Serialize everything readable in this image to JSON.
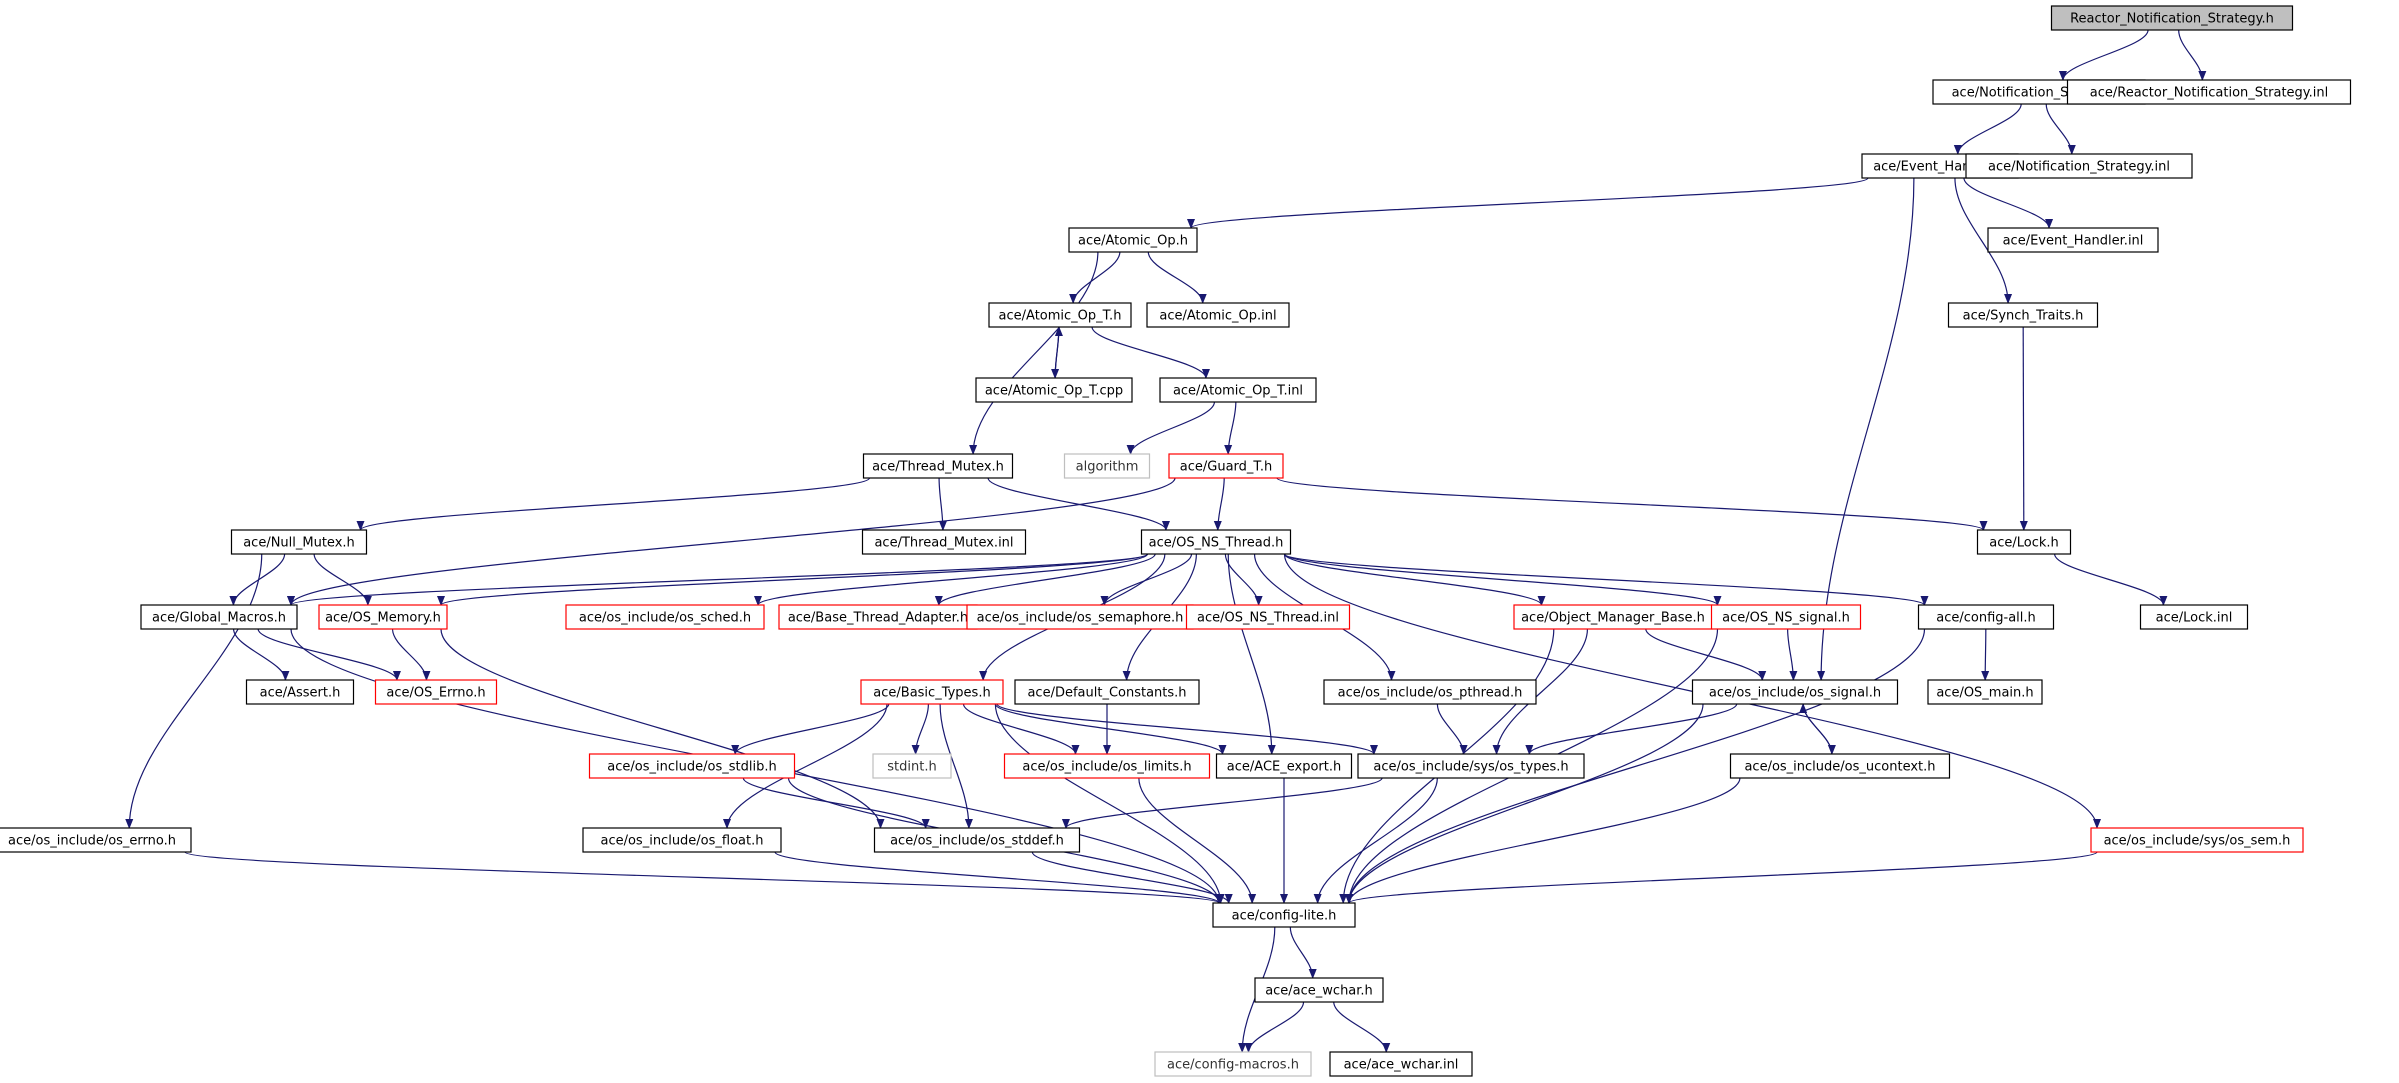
{
  "diagram": {
    "colors": {
      "edge": "#191970",
      "border_default": "#000000",
      "border_truncated": "#ff0000",
      "border_external": "#bfbfbf",
      "fill_root": "#bfbfbf",
      "fill_default": "#ffffff"
    },
    "nodes": [
      {
        "id": "root",
        "label": "Reactor_Notification_Strategy.h",
        "style": "root"
      },
      {
        "id": "ns",
        "label": "ace/Notification_Strategy.h",
        "style": "normal"
      },
      {
        "id": "rnsi",
        "label": "ace/Reactor_Notification_Strategy.inl",
        "style": "normal"
      },
      {
        "id": "eh",
        "label": "ace/Event_Handler.h",
        "style": "normal"
      },
      {
        "id": "nsi",
        "label": "ace/Notification_Strategy.inl",
        "style": "normal"
      },
      {
        "id": "aop",
        "label": "ace/Atomic_Op.h",
        "style": "normal"
      },
      {
        "id": "ehi",
        "label": "ace/Event_Handler.inl",
        "style": "normal"
      },
      {
        "id": "aopt",
        "label": "ace/Atomic_Op_T.h",
        "style": "normal"
      },
      {
        "id": "aopi",
        "label": "ace/Atomic_Op.inl",
        "style": "normal"
      },
      {
        "id": "st",
        "label": "ace/Synch_Traits.h",
        "style": "normal"
      },
      {
        "id": "aoptcpp",
        "label": "ace/Atomic_Op_T.cpp",
        "style": "normal"
      },
      {
        "id": "aopti",
        "label": "ace/Atomic_Op_T.inl",
        "style": "normal"
      },
      {
        "id": "alg",
        "label": "algorithm",
        "style": "external"
      },
      {
        "id": "tm",
        "label": "ace/Thread_Mutex.h",
        "style": "normal"
      },
      {
        "id": "gt",
        "label": "ace/Guard_T.h",
        "style": "truncated"
      },
      {
        "id": "nm",
        "label": "ace/Null_Mutex.h",
        "style": "normal"
      },
      {
        "id": "tmi",
        "label": "ace/Thread_Mutex.inl",
        "style": "normal"
      },
      {
        "id": "osnt",
        "label": "ace/OS_NS_Thread.h",
        "style": "normal"
      },
      {
        "id": "lock",
        "label": "ace/Lock.h",
        "style": "normal"
      },
      {
        "id": "gm",
        "label": "ace/Global_Macros.h",
        "style": "normal"
      },
      {
        "id": "osm",
        "label": "ace/OS_Memory.h",
        "style": "truncated"
      },
      {
        "id": "sched",
        "label": "ace/os_include/os_sched.h",
        "style": "truncated"
      },
      {
        "id": "bta",
        "label": "ace/Base_Thread_Adapter.h",
        "style": "truncated"
      },
      {
        "id": "sem",
        "label": "ace/os_include/os_semaphore.h",
        "style": "truncated"
      },
      {
        "id": "osnti",
        "label": "ace/OS_NS_Thread.inl",
        "style": "truncated"
      },
      {
        "id": "omb",
        "label": "ace/Object_Manager_Base.h",
        "style": "truncated"
      },
      {
        "id": "osns",
        "label": "ace/OS_NS_signal.h",
        "style": "truncated"
      },
      {
        "id": "ca",
        "label": "ace/config-all.h",
        "style": "normal"
      },
      {
        "id": "locki",
        "label": "ace/Lock.inl",
        "style": "normal"
      },
      {
        "id": "assert",
        "label": "ace/Assert.h",
        "style": "normal"
      },
      {
        "id": "errno",
        "label": "ace/OS_Errno.h",
        "style": "truncated"
      },
      {
        "id": "bt",
        "label": "ace/Basic_Types.h",
        "style": "truncated"
      },
      {
        "id": "dc",
        "label": "ace/Default_Constants.h",
        "style": "normal"
      },
      {
        "id": "pth",
        "label": "ace/os_include/os_pthread.h",
        "style": "normal"
      },
      {
        "id": "sig",
        "label": "ace/os_include/os_signal.h",
        "style": "normal"
      },
      {
        "id": "osmain",
        "label": "ace/OS_main.h",
        "style": "normal"
      },
      {
        "id": "stdlib",
        "label": "ace/os_include/os_stdlib.h",
        "style": "truncated"
      },
      {
        "id": "stdint",
        "label": "stdint.h",
        "style": "external"
      },
      {
        "id": "limits",
        "label": "ace/os_include/os_limits.h",
        "style": "truncated"
      },
      {
        "id": "ae",
        "label": "ace/ACE_export.h",
        "style": "normal"
      },
      {
        "id": "types",
        "label": "ace/os_include/sys/os_types.h",
        "style": "normal"
      },
      {
        "id": "uctx",
        "label": "ace/os_include/os_ucontext.h",
        "style": "normal"
      },
      {
        "id": "oerrno",
        "label": "ace/os_include/os_errno.h",
        "style": "normal"
      },
      {
        "id": "float",
        "label": "ace/os_include/os_float.h",
        "style": "normal"
      },
      {
        "id": "stddef",
        "label": "ace/os_include/os_stddef.h",
        "style": "normal"
      },
      {
        "id": "ossem",
        "label": "ace/os_include/sys/os_sem.h",
        "style": "truncated"
      },
      {
        "id": "cl",
        "label": "ace/config-lite.h",
        "style": "normal"
      },
      {
        "id": "wch",
        "label": "ace/ace_wchar.h",
        "style": "normal"
      },
      {
        "id": "cm",
        "label": "ace/config-macros.h",
        "style": "external"
      },
      {
        "id": "wchi",
        "label": "ace/ace_wchar.inl",
        "style": "normal"
      }
    ],
    "edges": [
      [
        "root",
        "ns"
      ],
      [
        "root",
        "rnsi"
      ],
      [
        "ns",
        "eh"
      ],
      [
        "ns",
        "nsi"
      ],
      [
        "eh",
        "aop"
      ],
      [
        "eh",
        "ehi"
      ],
      [
        "eh",
        "st"
      ],
      [
        "eh",
        "sig"
      ],
      [
        "aop",
        "aopt"
      ],
      [
        "aop",
        "aopi"
      ],
      [
        "aop",
        "tm"
      ],
      [
        "aopt",
        "aoptcpp"
      ],
      [
        "aoptcpp",
        "aopt"
      ],
      [
        "aopt",
        "aopti"
      ],
      [
        "aopti",
        "alg"
      ],
      [
        "aopti",
        "gt"
      ],
      [
        "st",
        "lock"
      ],
      [
        "lock",
        "locki"
      ],
      [
        "tm",
        "nm"
      ],
      [
        "tm",
        "tmi"
      ],
      [
        "tm",
        "osnt"
      ],
      [
        "gt",
        "osnt"
      ],
      [
        "gt",
        "lock"
      ],
      [
        "gt",
        "gm"
      ],
      [
        "nm",
        "gm"
      ],
      [
        "nm",
        "osm"
      ],
      [
        "nm",
        "oerrno"
      ],
      [
        "osnt",
        "gm"
      ],
      [
        "osnt",
        "osm"
      ],
      [
        "osnt",
        "sched"
      ],
      [
        "osnt",
        "bta"
      ],
      [
        "osnt",
        "sem"
      ],
      [
        "osnt",
        "osnti"
      ],
      [
        "osnt",
        "omb"
      ],
      [
        "osnt",
        "osns"
      ],
      [
        "osnt",
        "ca"
      ],
      [
        "osnt",
        "bt"
      ],
      [
        "osnt",
        "dc"
      ],
      [
        "osnt",
        "pth"
      ],
      [
        "osnt",
        "ae"
      ],
      [
        "osnt",
        "ossem"
      ],
      [
        "gm",
        "assert"
      ],
      [
        "gm",
        "errno"
      ],
      [
        "gm",
        "cl"
      ],
      [
        "osm",
        "errno"
      ],
      [
        "osm",
        "stddef"
      ],
      [
        "omb",
        "types"
      ],
      [
        "omb",
        "sig"
      ],
      [
        "omb",
        "cl"
      ],
      [
        "osns",
        "sig"
      ],
      [
        "osns",
        "cl"
      ],
      [
        "ca",
        "osmain"
      ],
      [
        "ca",
        "cl"
      ],
      [
        "bt",
        "stdlib"
      ],
      [
        "bt",
        "stdint"
      ],
      [
        "bt",
        "limits"
      ],
      [
        "bt",
        "ae"
      ],
      [
        "bt",
        "types"
      ],
      [
        "bt",
        "float"
      ],
      [
        "bt",
        "stddef"
      ],
      [
        "bt",
        "cl"
      ],
      [
        "dc",
        "limits"
      ],
      [
        "pth",
        "types"
      ],
      [
        "sig",
        "types"
      ],
      [
        "sig",
        "uctx"
      ],
      [
        "sig",
        "cl"
      ],
      [
        "uctx",
        "sig"
      ],
      [
        "uctx",
        "cl"
      ],
      [
        "stdlib",
        "stddef"
      ],
      [
        "stdlib",
        "cl"
      ],
      [
        "limits",
        "cl"
      ],
      [
        "ae",
        "cl"
      ],
      [
        "types",
        "stddef"
      ],
      [
        "types",
        "cl"
      ],
      [
        "oerrno",
        "cl"
      ],
      [
        "float",
        "cl"
      ],
      [
        "stddef",
        "cl"
      ],
      [
        "ossem",
        "cl"
      ],
      [
        "cl",
        "wch"
      ],
      [
        "cl",
        "cm"
      ],
      [
        "wch",
        "cm"
      ],
      [
        "wch",
        "wchi"
      ]
    ]
  }
}
